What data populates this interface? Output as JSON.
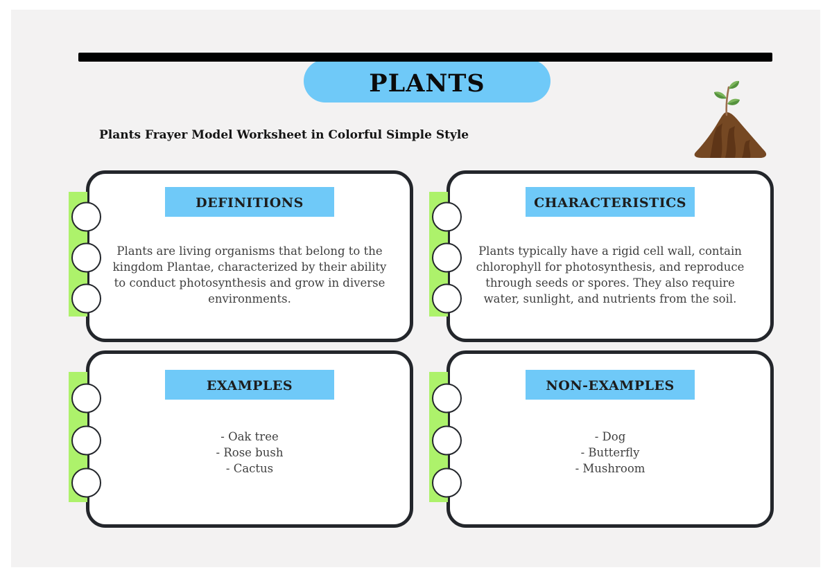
{
  "header": {
    "title": "PLANTS",
    "subtitle": "Plants Frayer Model Worksheet in Colorful Simple Style"
  },
  "colors": {
    "accent_blue": "#6FC9F8",
    "accent_green": "#ADF26B",
    "card_border": "#23262B",
    "page_background": "#F3F2F2",
    "top_bar": "#000000",
    "body_text": "#3F3F3F"
  },
  "icons": {
    "seedling": "seedling-sprout-in-dirt-mound"
  },
  "cards": [
    {
      "id": "definitions",
      "header": "DEFINITIONS",
      "body": "Plants are living organisms that belong to the kingdom Plantae, characterized by their ability to conduct photosynthesis and grow in diverse environments."
    },
    {
      "id": "characteristics",
      "header": "CHARACTERISTICS",
      "body": "Plants typically have a rigid cell wall, contain chlorophyll for photosynthesis, and reproduce through seeds or spores. They also require water, sunlight, and nutrients from the soil."
    },
    {
      "id": "examples",
      "header": "EXAMPLES",
      "items": [
        "- Oak tree",
        "- Rose bush",
        "- Cactus"
      ]
    },
    {
      "id": "non_examples",
      "header": "NON-EXAMPLES",
      "items": [
        "- Dog",
        "- Butterfly",
        "- Mushroom"
      ]
    }
  ]
}
